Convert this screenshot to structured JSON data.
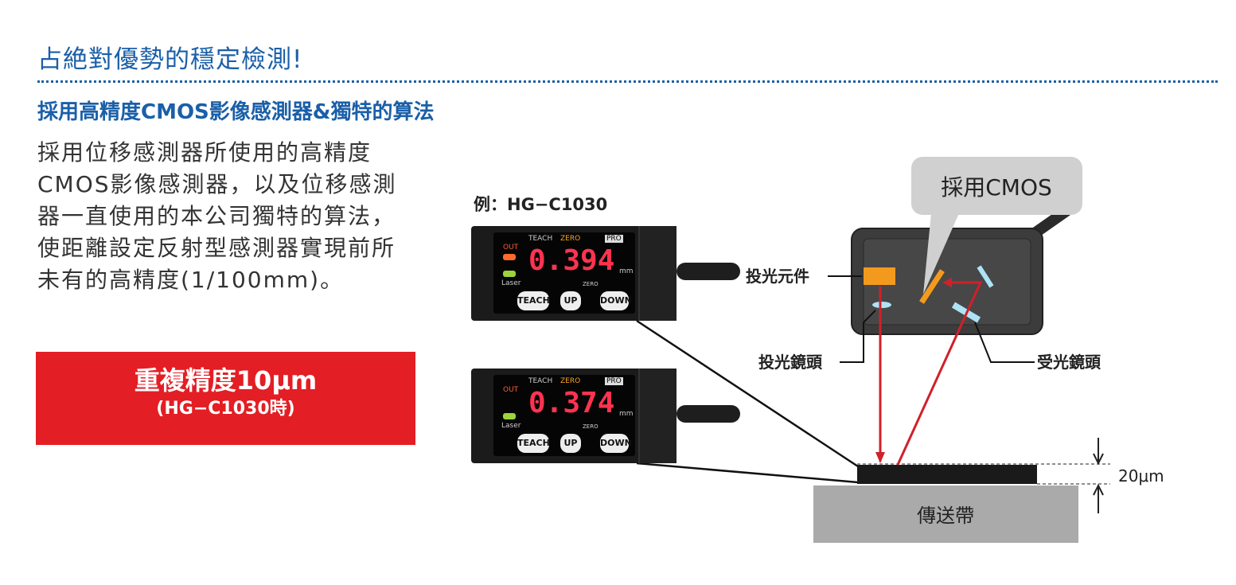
{
  "header": {
    "title": "占絶對優勢的穩定檢測!",
    "subtitle": "採用高精度CMOS影像感測器&獨特的算法"
  },
  "body_lines": [
    "採用位移感測器所使用的高精度",
    "CMOS影像感測器，以及位移感測",
    "器一直使用的本公司獨特的算法，",
    "使距離設定反射型感測器實現前所",
    "未有的高精度(1/100mm)。"
  ],
  "highlight": {
    "line1": "重複精度10μm",
    "line2": "(HG−C1030時)",
    "color": "#e31e24"
  },
  "example_label": "例：HG−C1030",
  "sensors": [
    {
      "value": "0.394",
      "unit": "mm",
      "indicators": [
        "OUT",
        "Laser",
        "TEACH",
        "ZERO",
        "PRO"
      ],
      "buttons": [
        "TEACH",
        "UP",
        "ZERO",
        "DOWN"
      ]
    },
    {
      "value": "0.374",
      "unit": "mm",
      "indicators": [
        "OUT",
        "Laser",
        "TEACH",
        "ZERO",
        "PRO"
      ],
      "buttons": [
        "TEACH",
        "UP",
        "ZERO",
        "DOWN"
      ]
    }
  ],
  "diagram": {
    "callout": "採用CMOS",
    "emitter": "投光元件",
    "emitter_lens": "投光鏡頭",
    "receiver_lens": "受光鏡頭",
    "conveyor": "傳送帶",
    "thickness": "20μm"
  }
}
